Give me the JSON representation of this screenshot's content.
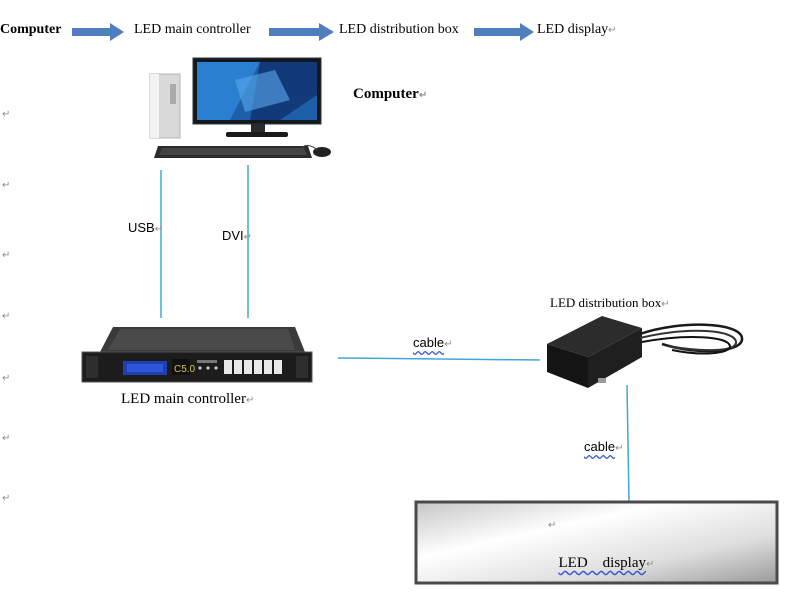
{
  "flow": {
    "steps": [
      "Computer",
      "LED main controller",
      "LED distribution box",
      "LED display"
    ],
    "arrow_color": "#4f7fbf"
  },
  "labels": {
    "computer": "Computer",
    "usb": "USB",
    "dvi": "DVI",
    "cable_top": "cable",
    "cable_right": "cable",
    "controller": "LED main controller",
    "distribution_box": "LED distribution box",
    "display": "LED    display",
    "controller_screen": "C5.0"
  },
  "colors": {
    "line": "#3fa8d6",
    "paragraph_mark": "#8a8a8a"
  },
  "paragraph_mark": "↵"
}
